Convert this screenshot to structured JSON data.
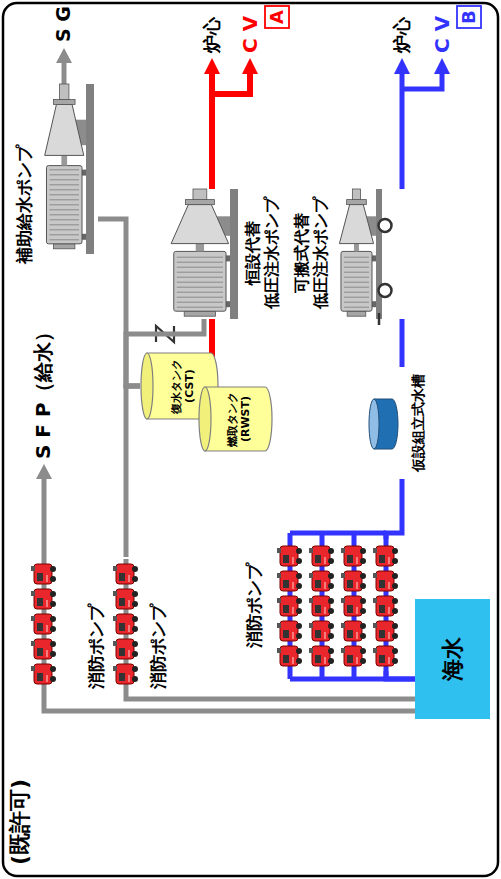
{
  "diagram": {
    "nodes": [
      {
        "text": [
          "海水"
        ]
      },
      {
        "text": [
          "復水タンク (CST)"
        ]
      },
      {
        "text": [
          "燃取タンク (RWST)"
        ]
      },
      {
        "text": [
          "補助給水ポンプ"
        ]
      },
      {
        "text": [
          "恒設代替 低圧注水ポンプ"
        ]
      },
      {
        "text": [
          "可搬式代替 低圧注水ポンプ"
        ]
      },
      {
        "text": [
          "仮設組立式水槽"
        ]
      },
      {
        "text": [
          "消防ポンプ"
        ]
      },
      {
        "text": [
          "消防ポンプ"
        ]
      },
      {
        "text": [
          "消防ポンプ"
        ]
      },
      {
        "text": [
          "A"
        ]
      },
      {
        "text": [
          "B"
        ]
      }
    ],
    "edges": [
      {
        "from": 0,
        "to": 7,
        "arrow": "none"
      },
      {
        "from": 0,
        "to": 8,
        "arrow": "none"
      },
      {
        "from": 8,
        "to": 1,
        "arrow": "none"
      },
      {
        "from": 1,
        "to": 3,
        "arrow": "none"
      },
      {
        "from": 1,
        "to": 4,
        "arrow": "none"
      },
      {
        "from": 2,
        "to": 4,
        "arrow": "none"
      },
      {
        "from": 0,
        "to": 9,
        "arrow": "none"
      },
      {
        "from": 9,
        "to": 6,
        "arrow": "none"
      },
      {
        "from": 6,
        "to": 5,
        "arrow": "none"
      }
    ],
    "labels": [
      "(既許可)",
      "S F P（給水）",
      "S G",
      "炉心",
      "C V",
      "炉心",
      "C V"
    ]
  }
}
